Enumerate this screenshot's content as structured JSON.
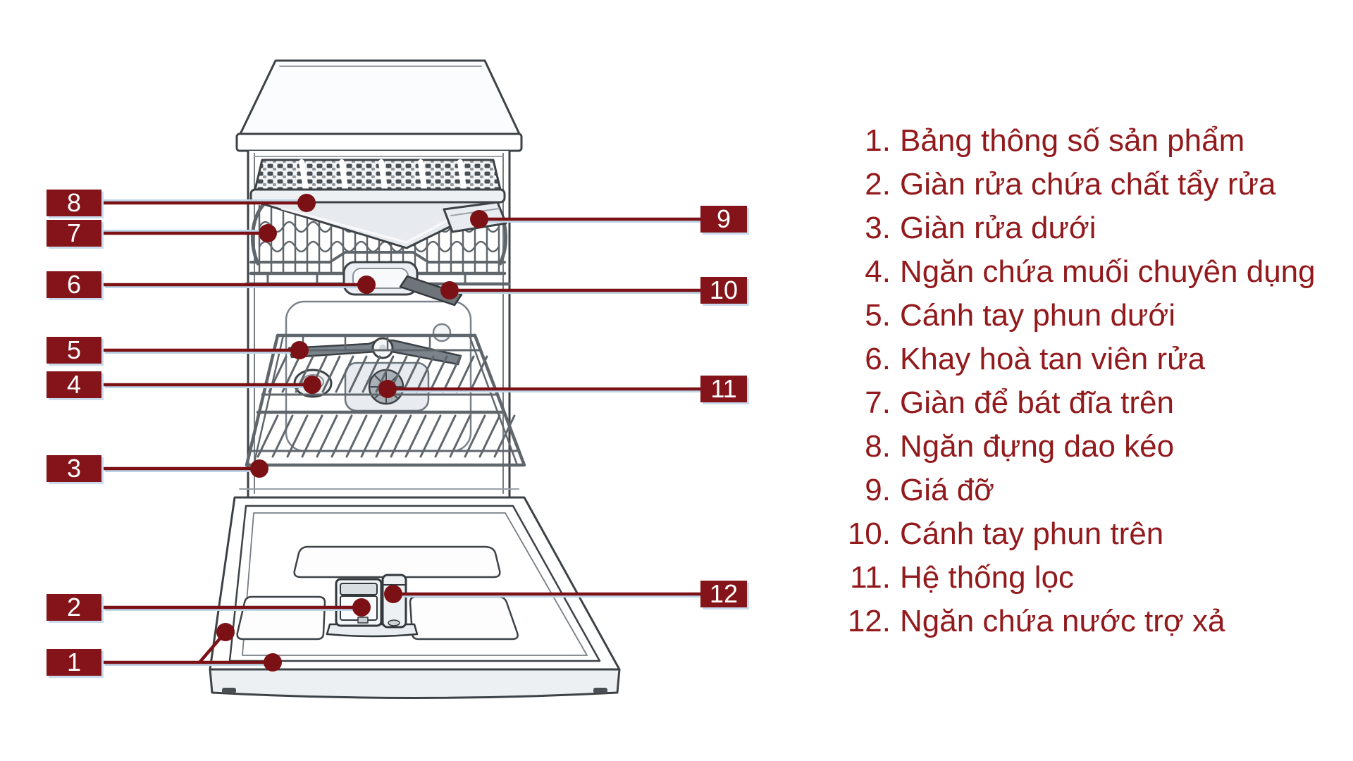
{
  "colors": {
    "label_box_bg": "#84141a",
    "label_number_text": "#ffffff",
    "leader_line_red": "#7c1115",
    "leader_shadow_blue": "#bcd5e8",
    "legend_text_red": "#92191c",
    "artwork_outline": "#3d4247",
    "artwork_wire": "#5f666c",
    "artwork_light_fill": "#eef1f4"
  },
  "callouts": {
    "numbers": [
      "1",
      "2",
      "3",
      "4",
      "5",
      "6",
      "7",
      "8",
      "9",
      "10",
      "11",
      "12"
    ]
  },
  "legend": {
    "items": [
      {
        "num": "1.",
        "label": "Bảng thông số sản phẩm"
      },
      {
        "num": "2.",
        "label": "Giàn rửa chứa chất tẩy rửa"
      },
      {
        "num": "3.",
        "label": "Giàn rửa dưới"
      },
      {
        "num": "4.",
        "label": "Ngăn chứa muối chuyên dụng"
      },
      {
        "num": "5.",
        "label": "Cánh tay phun dưới"
      },
      {
        "num": "6.",
        "label": "Khay hoà tan viên rửa"
      },
      {
        "num": "7.",
        "label": "Giàn để bát đĩa trên"
      },
      {
        "num": "8.",
        "label": "Ngăn đựng dao kéo"
      },
      {
        "num": "9.",
        "label": "Giá đỡ"
      },
      {
        "num": "10.",
        "label": "Cánh tay phun trên"
      },
      {
        "num": "11.",
        "label": "Hệ thống lọc"
      },
      {
        "num": "12.",
        "label": "Ngăn chứa nước trợ xả"
      }
    ]
  }
}
